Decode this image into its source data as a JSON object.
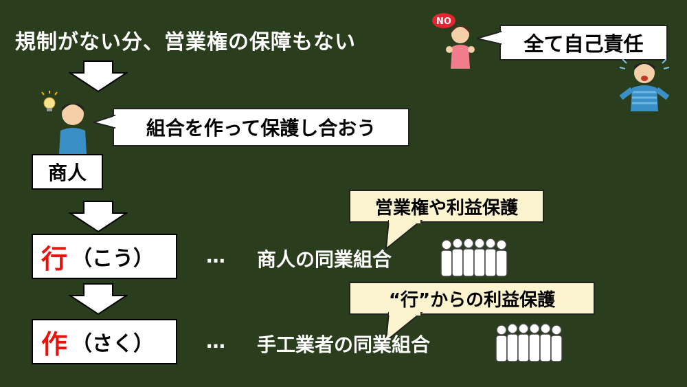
{
  "heading": "規制がない分、営業権の保障もない",
  "bubble_self_responsibility": "全て自己責任",
  "no_badge": "NO",
  "bubble_union": "組合を作って保護し合おう",
  "merchant_label": "商人",
  "bubble_business_rights": "営業権や利益保護",
  "row_gyo": {
    "kanji": "行",
    "reading": "（こう）",
    "ellipsis": "…",
    "desc": "商人の同業組合"
  },
  "bubble_gyo_protection": "“行”からの利益保護",
  "row_saku": {
    "kanji": "作",
    "reading": "（さく）",
    "ellipsis": "…",
    "desc": "手工業者の同業組合"
  },
  "colors": {
    "background": "#2a3d1d",
    "accent_red": "#e8140c",
    "bubble_cream": "#fcf3cf"
  }
}
